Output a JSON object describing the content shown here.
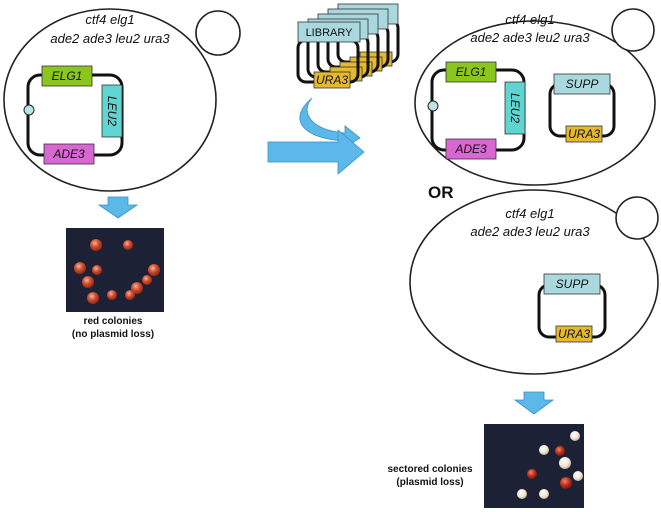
{
  "cells": [
    {
      "genotype_line1": "ctf4  elg1",
      "genotype_line2": "ade2  ade3  leu2  ura3"
    },
    {
      "genotype_line1": "ctf4  elg1",
      "genotype_line2": "ade2  ade3  leu2  ura3"
    },
    {
      "genotype_line1": "ctf4  elg1",
      "genotype_line2": "ade2  ade3  leu2  ura3"
    }
  ],
  "genes": {
    "elg1": "ELG1",
    "leu2": "LEU2",
    "ade3": "ADE3",
    "supp": "SUPP",
    "ura3": "URA3"
  },
  "library_label": "LIBRARY",
  "or_label": "OR",
  "captions": {
    "red_line1": "red colonies",
    "red_line2": "(no plasmid loss)",
    "sectored_line1": "sectored colonies",
    "sectored_line2": "(plasmid loss)"
  },
  "colors": {
    "elg1": "#8bc61f",
    "leu2": "#5fd4d0",
    "ade3": "#d967d1",
    "supp": "#a9d8df",
    "ura3": "#e5b92d",
    "arrow": "#5bb8e8",
    "photo_bg": "#1c2136"
  }
}
